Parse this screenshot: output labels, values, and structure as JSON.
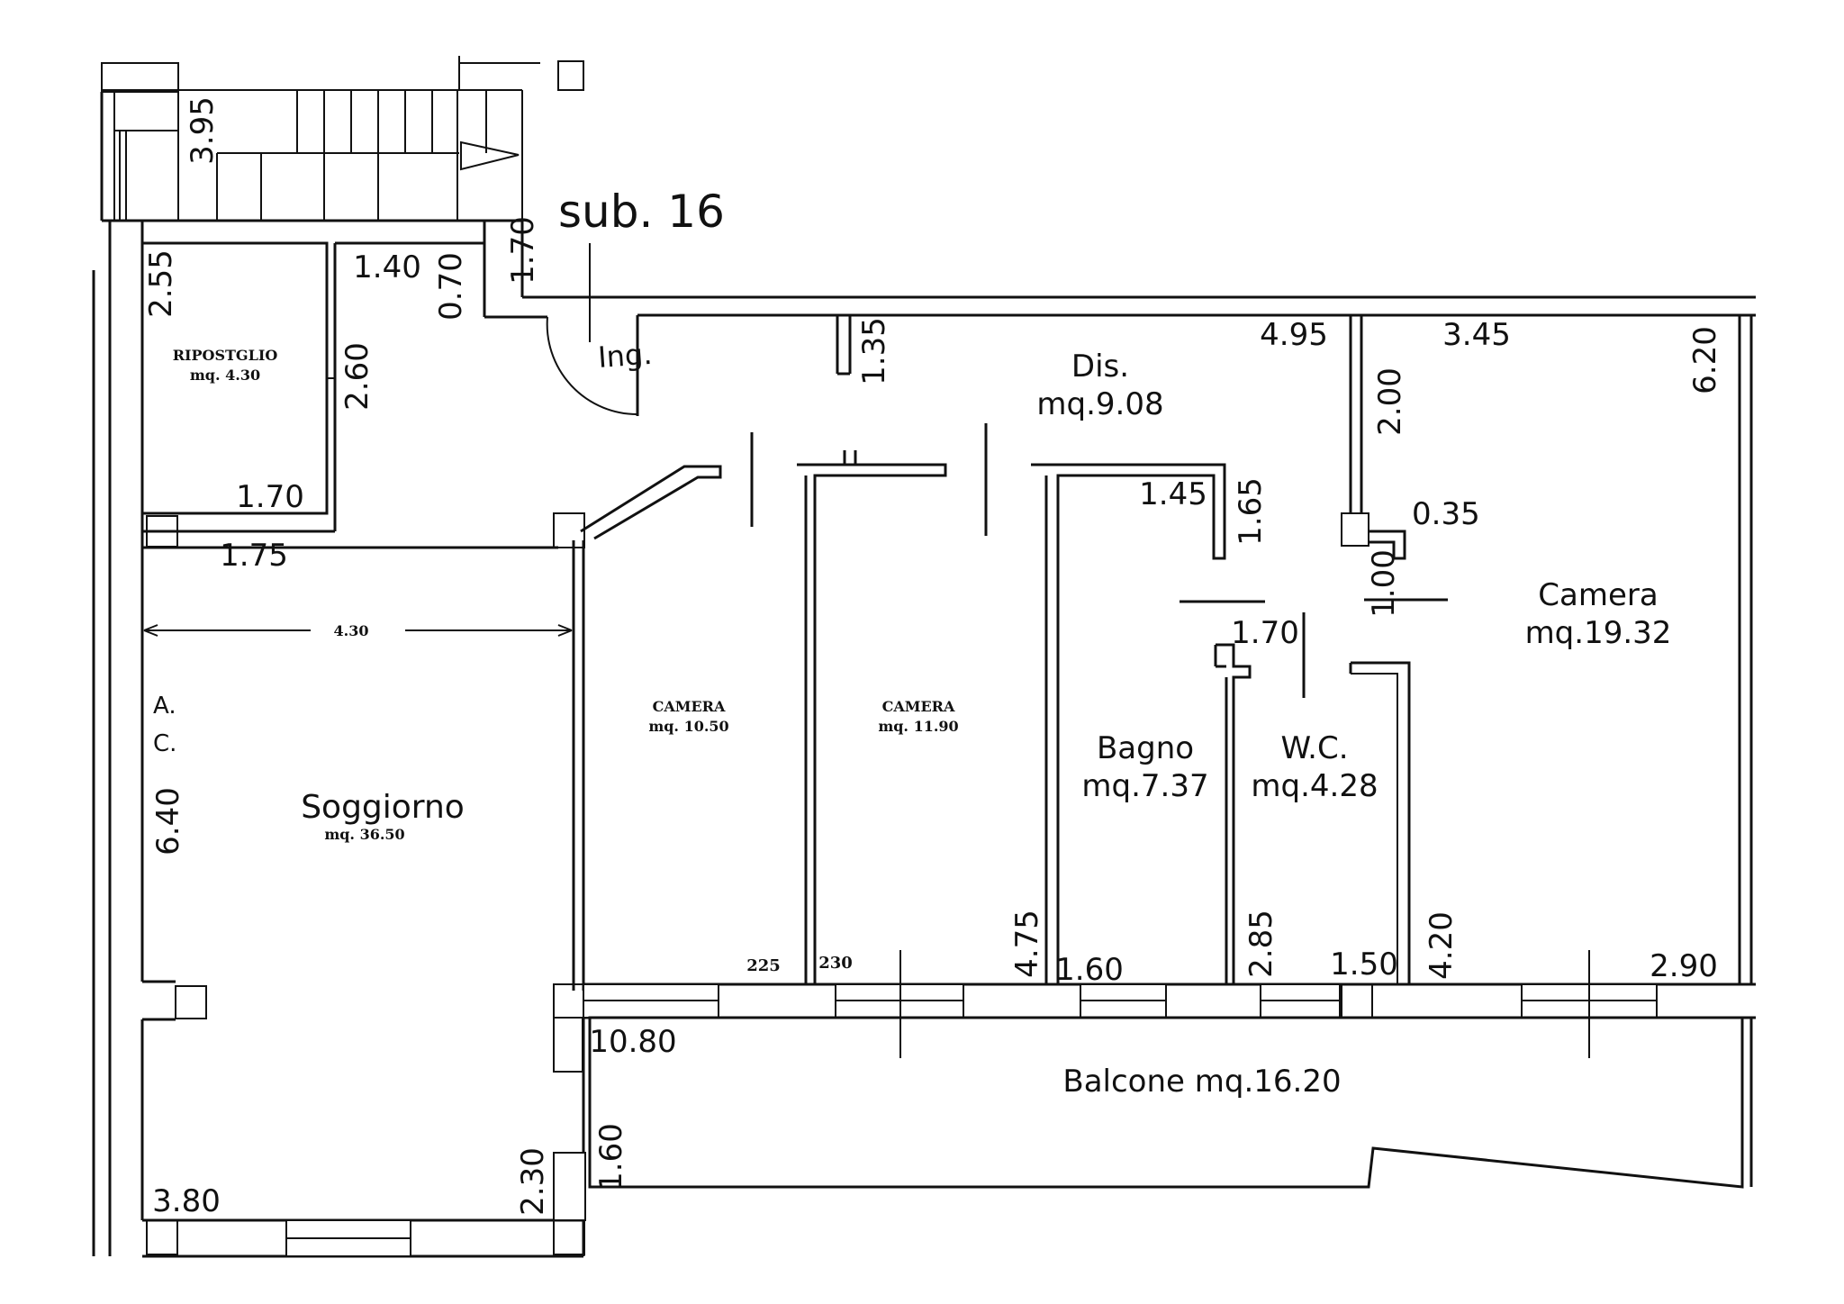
{
  "unit_label": "sub. 16",
  "rooms": {
    "ripostiglio": {
      "name": "RIPOSTGLIO",
      "area": "mq. 4.30"
    },
    "ingresso": {
      "name": "Ing."
    },
    "disimpegno": {
      "name": "Dis.",
      "area": "mq.9.08"
    },
    "camera_small": {
      "name": "CAMERA",
      "area": "mq. 10.50"
    },
    "camera_mid": {
      "name": "CAMERA",
      "area": "mq. 11.90"
    },
    "bagno": {
      "name": "Bagno",
      "area": "mq.7.37"
    },
    "wc": {
      "name": "W.C.",
      "area": "mq.4.28"
    },
    "camera_large": {
      "name": "Camera",
      "area": "mq.19.32"
    },
    "soggiorno": {
      "name": "Soggiorno",
      "area": "mq. 36.50"
    },
    "balcone": {
      "name": "Balcone mq.16.20"
    }
  },
  "ac_label": {
    "line1": "A.",
    "line2": "C."
  },
  "dims": {
    "stair_395": "3.95",
    "stair_170": "1.70",
    "rip_255": "2.55",
    "rip_140": "1.40",
    "rip_070": "0.70",
    "rip_260": "2.60",
    "rip_170": "1.70",
    "rip_175": "1.75",
    "sog_430": "4.30",
    "sog_640": "6.40",
    "sog_380": "3.80",
    "sog_230": "2.30",
    "dis_135": "1.35",
    "dis_495": "4.95",
    "cam_345": "3.45",
    "cam_620": "6.20",
    "cam_200": "2.00",
    "bag_145": "1.45",
    "bag_165": "1.65",
    "wc_035": "0.35",
    "wc_100": "1.00",
    "wc_170": "1.70",
    "c1_225": "225",
    "c2_230": "230",
    "bag_475": "4.75",
    "bag_160": "1.60",
    "wc_285": "2.85",
    "wc_150": "1.50",
    "cam_420": "4.20",
    "cam_290": "2.90",
    "bal_1080": "10.80",
    "bal_160": "1.60"
  }
}
